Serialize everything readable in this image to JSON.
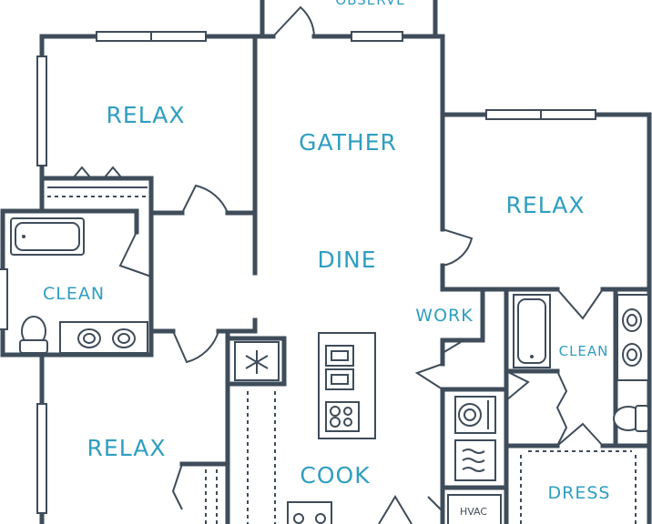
{
  "rooms": {
    "observe": "OBSERVE",
    "relax_top_left": "RELAX",
    "gather": "GATHER",
    "relax_right": "RELAX",
    "dine": "DINE",
    "clean_left": "CLEAN",
    "work": "WORK",
    "clean_right": "CLEAN",
    "relax_bottom_left": "RELAX",
    "cook": "COOK",
    "dress": "DRESS",
    "hvac": "HVAC"
  },
  "colors": {
    "wall": "#3f4c5a",
    "label": "#2f9ec0",
    "background": "#ffffff"
  },
  "icons": [
    "snowflake-icon",
    "washer-icon",
    "dryer-icon",
    "toilet-icon",
    "sink-icon",
    "bathtub-icon",
    "stove-icon"
  ]
}
